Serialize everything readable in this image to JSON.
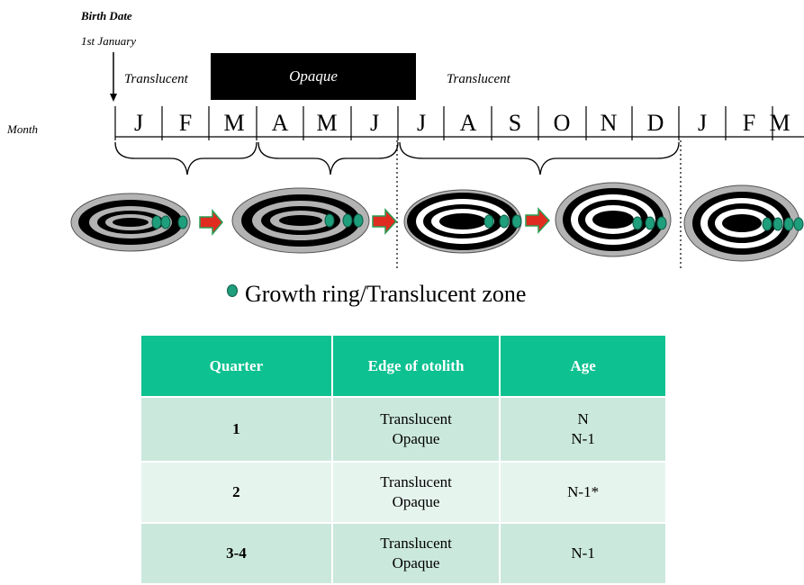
{
  "header": {
    "birth_date_label": "Birth Date",
    "birth_date_value": "1st January",
    "month_label": "Month"
  },
  "zones": [
    "Translucent",
    "Opaque",
    "Translucent"
  ],
  "months": [
    "J",
    "F",
    "M",
    "A",
    "M",
    "J",
    "J",
    "A",
    "S",
    "O",
    "N",
    "D",
    "J",
    "F",
    "M"
  ],
  "legend": {
    "text": "Growth ring/Translucent zone"
  },
  "colors": {
    "opaque_box": "#000000",
    "table_header": "#0ec191",
    "row_dark": "#cbe8dd",
    "row_light": "#e6f4ee",
    "growth_ring_dot": "#1f9e7c",
    "arrow": "#e02b20",
    "otolith_outer": "#b3b3b3"
  },
  "table": {
    "headers": [
      "Quarter",
      "Edge of otolith",
      "Age"
    ],
    "rows": [
      {
        "quarter": "1",
        "edge": [
          "Translucent",
          "Opaque"
        ],
        "age": [
          "N",
          "N-1"
        ]
      },
      {
        "quarter": "2",
        "edge": [
          "Translucent",
          "Opaque"
        ],
        "age": [
          "N-1*"
        ]
      },
      {
        "quarter": "3-4",
        "edge": [
          "Translucent",
          "Opaque"
        ],
        "age": [
          "N-1"
        ]
      }
    ]
  }
}
